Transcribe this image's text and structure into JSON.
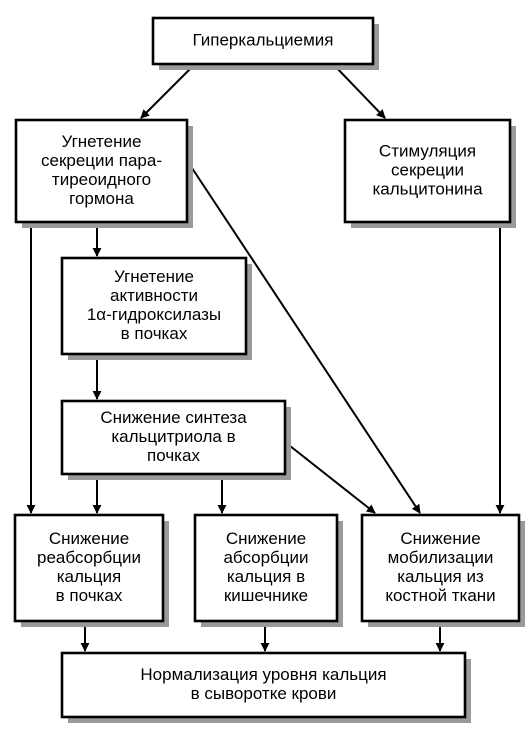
{
  "nodes": [
    {
      "id": "hypercalcemia",
      "lines": [
        "Гиперкальциемия"
      ]
    },
    {
      "id": "pth",
      "lines": [
        "Угнетение",
        "секреции пара-",
        "тиреоидного",
        "гормона"
      ]
    },
    {
      "id": "calcitonin",
      "lines": [
        "Стимуляция",
        "секреции",
        "кальцитонина"
      ]
    },
    {
      "id": "hydroxylase",
      "lines": [
        "Угнетение",
        "активности",
        "1α-гидроксилазы",
        "в почках"
      ]
    },
    {
      "id": "calcitriol",
      "lines": [
        "Снижение синтеза",
        "кальцитриола в",
        "почках"
      ]
    },
    {
      "id": "reabsorption",
      "lines": [
        "Снижение",
        "реабсорбции",
        "кальция",
        "в почках"
      ]
    },
    {
      "id": "absorption",
      "lines": [
        "Снижение",
        "абсорбции",
        "кальция в",
        "кишечнике"
      ]
    },
    {
      "id": "mobilization",
      "lines": [
        "Снижение",
        "мобилизации",
        "кальция из",
        "костной ткани"
      ]
    },
    {
      "id": "normalization",
      "lines": [
        "Нормализация уровня кальция",
        "в сыворотке крови"
      ]
    }
  ],
  "edges": [
    {
      "from": "hypercalcemia",
      "to": "pth"
    },
    {
      "from": "hypercalcemia",
      "to": "calcitonin"
    },
    {
      "from": "pth",
      "to": "hydroxylase"
    },
    {
      "from": "pth",
      "to": "reabsorption"
    },
    {
      "from": "pth",
      "to": "mobilization"
    },
    {
      "from": "calcitonin",
      "to": "mobilization"
    },
    {
      "from": "hydroxylase",
      "to": "calcitriol"
    },
    {
      "from": "calcitriol",
      "to": "reabsorption"
    },
    {
      "from": "calcitriol",
      "to": "absorption"
    },
    {
      "from": "calcitriol",
      "to": "mobilization"
    },
    {
      "from": "reabsorption",
      "to": "normalization"
    },
    {
      "from": "absorption",
      "to": "normalization"
    },
    {
      "from": "mobilization",
      "to": "normalization"
    }
  ],
  "colors": {
    "box_border": "#000000",
    "box_fill": "#ffffff",
    "shadow": "#9a9a9a",
    "arrow": "#000000"
  }
}
